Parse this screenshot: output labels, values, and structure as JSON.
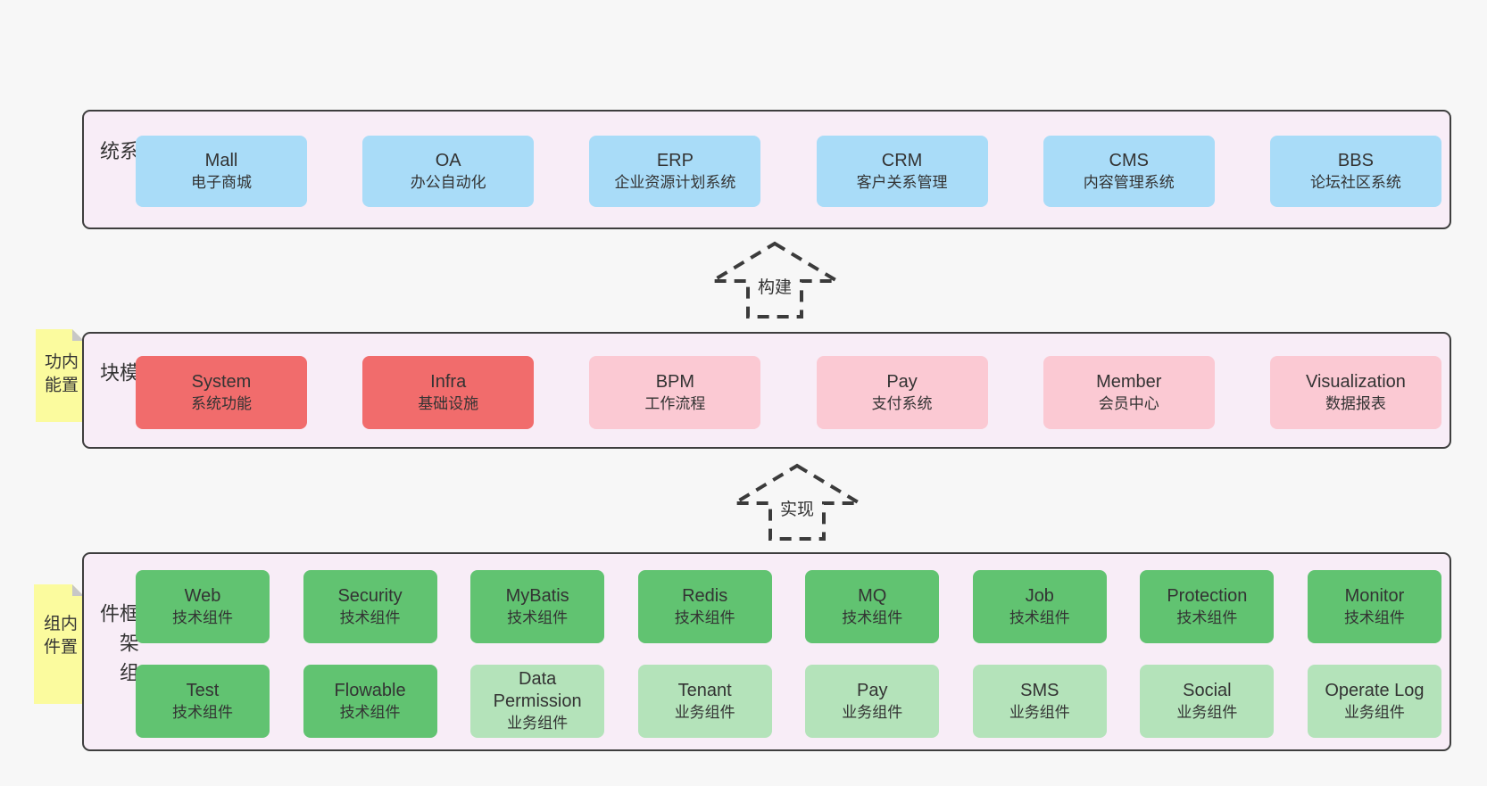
{
  "colors": {
    "page_bg": "#f7f7f7",
    "band_bg": "#f8edf7",
    "band_border": "#3e3e3e",
    "blue": "#a9dcf8",
    "red": "#f16c6c",
    "pink": "#fbc9d3",
    "green-dark": "#61c371",
    "green-light": "#b4e3ba",
    "sticky": "#fbfb9e",
    "sticky_fold": "#c7c7c7",
    "arrow": "#3b3b3b",
    "text": "#333333"
  },
  "arrows": [
    {
      "label": "构建"
    },
    {
      "label": "实现"
    }
  ],
  "bands": [
    {
      "label": "业务系统",
      "rows": [
        [
          {
            "title": "Mall",
            "subtitle": "电子商城",
            "variant": "blue"
          },
          {
            "title": "OA",
            "subtitle": "办公自动化",
            "variant": "blue"
          },
          {
            "title": "ERP",
            "subtitle": "企业资源计划系统",
            "variant": "blue"
          },
          {
            "title": "CRM",
            "subtitle": "客户关系管理",
            "variant": "blue"
          },
          {
            "title": "CMS",
            "subtitle": "内容管理系统",
            "variant": "blue"
          },
          {
            "title": "BBS",
            "subtitle": "论坛社区系统",
            "variant": "blue"
          }
        ]
      ]
    },
    {
      "label": "通用模块",
      "sticky": "内置功能",
      "rows": [
        [
          {
            "title": "System",
            "subtitle": "系统功能",
            "variant": "red"
          },
          {
            "title": "Infra",
            "subtitle": "基础设施",
            "variant": "red"
          },
          {
            "title": "BPM",
            "subtitle": "工作流程",
            "variant": "pink"
          },
          {
            "title": "Pay",
            "subtitle": "支付系统",
            "variant": "pink"
          },
          {
            "title": "Member",
            "subtitle": "会员中心",
            "variant": "pink"
          },
          {
            "title": "Visualization",
            "subtitle": "数据报表",
            "variant": "pink"
          }
        ]
      ]
    },
    {
      "label": "框架组件",
      "sticky": "内置组件",
      "rows": [
        [
          {
            "title": "Web",
            "subtitle": "技术组件",
            "variant": "green-dark"
          },
          {
            "title": "Security",
            "subtitle": "技术组件",
            "variant": "green-dark"
          },
          {
            "title": "MyBatis",
            "subtitle": "技术组件",
            "variant": "green-dark"
          },
          {
            "title": "Redis",
            "subtitle": "技术组件",
            "variant": "green-dark"
          },
          {
            "title": "MQ",
            "subtitle": "技术组件",
            "variant": "green-dark"
          },
          {
            "title": "Job",
            "subtitle": "技术组件",
            "variant": "green-dark"
          },
          {
            "title": "Protection",
            "subtitle": "技术组件",
            "variant": "green-dark"
          },
          {
            "title": "Monitor",
            "subtitle": "技术组件",
            "variant": "green-dark"
          }
        ],
        [
          {
            "title": "Test",
            "subtitle": "技术组件",
            "variant": "green-dark"
          },
          {
            "title": "Flowable",
            "subtitle": "技术组件",
            "variant": "green-dark"
          },
          {
            "title": "Data Permission",
            "subtitle": "业务组件",
            "variant": "green-light"
          },
          {
            "title": "Tenant",
            "subtitle": "业务组件",
            "variant": "green-light"
          },
          {
            "title": "Pay",
            "subtitle": "业务组件",
            "variant": "green-light"
          },
          {
            "title": "SMS",
            "subtitle": "业务组件",
            "variant": "green-light"
          },
          {
            "title": "Social",
            "subtitle": "业务组件",
            "variant": "green-light"
          },
          {
            "title": "Operate Log",
            "subtitle": "业务组件",
            "variant": "green-light"
          }
        ]
      ]
    }
  ]
}
